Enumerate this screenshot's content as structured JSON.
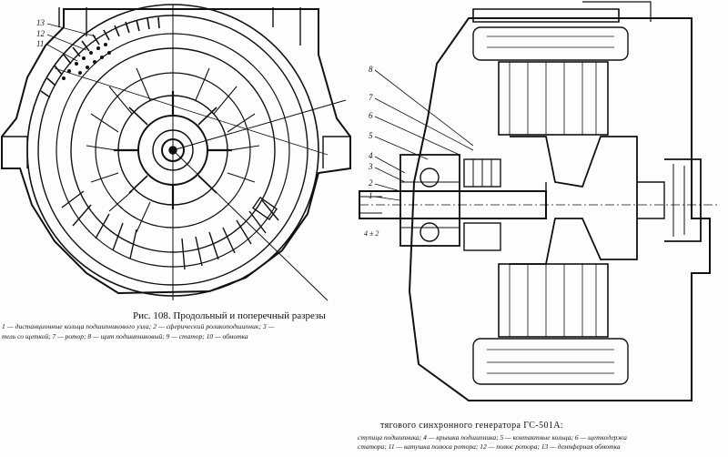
{
  "figure": {
    "caption_title": "Рис. 108. Продольный и поперечный разрезы",
    "caption_left_line1": "1 — дистанционные кольца подшипникового узла; 2 — сферический  роликоподшипник;  3 —",
    "caption_left_line2": "тель со щеткой; 7 — ротор; 8 — щит подшипниковый; 9 — статор; 10 — обмотка",
    "caption_right_title": "тягового синхронного генератора ГС-501А:",
    "caption_right_line1": "ступица подшипника;  4 — крышка подшипника;  5 — контактные  кольца;  6 — щеткодержа",
    "caption_right_line2": "статора;  11 — катушка полюса ротора;  12 — полюс ротора;  13 — демпферная  обмотка"
  },
  "callouts_left": [
    "13",
    "12",
    "11"
  ],
  "callouts_right": [
    "8",
    "7",
    "6",
    "5",
    "4",
    "3",
    "2",
    "1"
  ],
  "dimension_label": "4 ± 2"
}
